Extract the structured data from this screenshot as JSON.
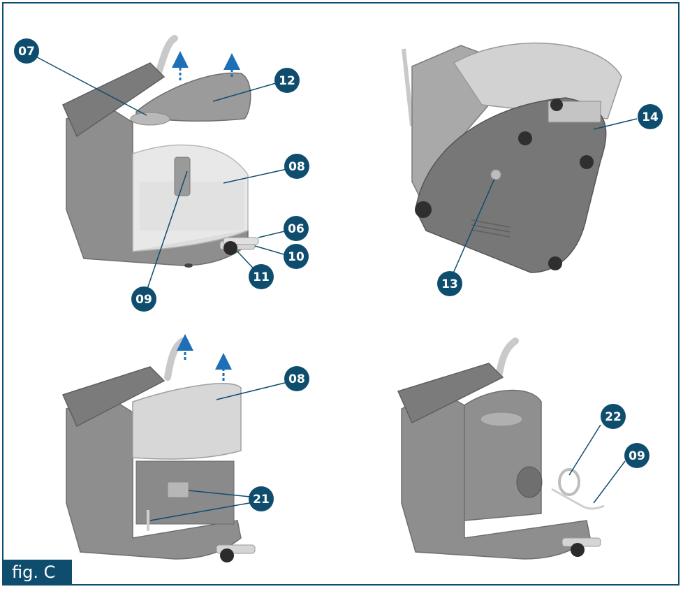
{
  "figure": {
    "label": "fig. C"
  },
  "colors": {
    "accent": "#0f4d6e",
    "arrow": "#1e6fb8",
    "body": "#8e8e8e",
    "body_dark": "#6f6f6f",
    "body_light": "#c9c9c9"
  },
  "callouts": {
    "c07": "07",
    "c12": "12",
    "c08a": "08",
    "c06": "06",
    "c10": "10",
    "c11": "11",
    "c09a": "09",
    "c14": "14",
    "c13": "13",
    "c08b": "08",
    "c21": "21",
    "c22": "22",
    "c09b": "09"
  }
}
